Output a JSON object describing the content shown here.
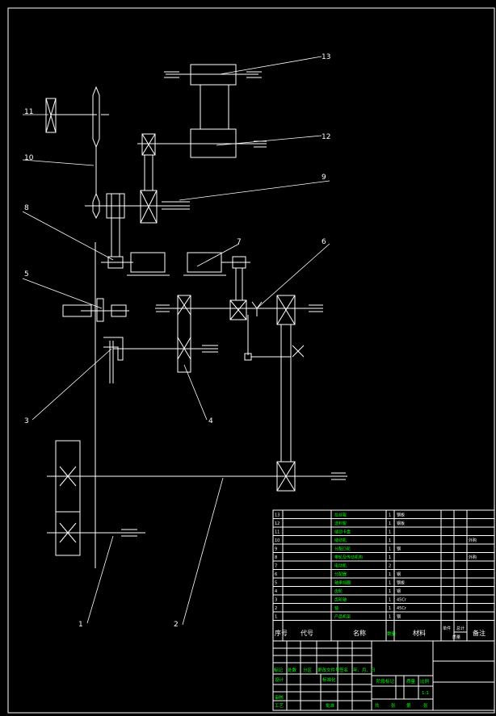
{
  "colors": {
    "background": "#000000",
    "lines": "#ffffff",
    "title_text": "#00ff00"
  },
  "callouts": [
    "1",
    "2",
    "3",
    "4",
    "5",
    "6",
    "7",
    "8",
    "9",
    "10",
    "11",
    "12",
    "13"
  ],
  "parts_list": [
    {
      "no": "13",
      "name": "拉丝辊",
      "qty": "1",
      "material": "钢板",
      "note": ""
    },
    {
      "no": "12",
      "name": "送料辊",
      "qty": "1",
      "material": "钢板",
      "note": ""
    },
    {
      "no": "11",
      "name": "缝纫卡盘",
      "qty": "1",
      "material": "",
      "note": ""
    },
    {
      "no": "10",
      "name": "缝纫机",
      "qty": "1",
      "material": "",
      "note": "外购"
    },
    {
      "no": "9",
      "name": "分配凸轮",
      "qty": "1",
      "material": "钢",
      "note": ""
    },
    {
      "no": "8",
      "name": "带轮及传动机构",
      "qty": "1",
      "material": "",
      "note": "外购"
    },
    {
      "no": "7",
      "name": "电动机",
      "qty": "2",
      "material": "",
      "note": ""
    },
    {
      "no": "6",
      "name": "分配器",
      "qty": "1",
      "material": "钢",
      "note": ""
    },
    {
      "no": "5",
      "name": "轴承挡圈",
      "qty": "1",
      "material": "钢板",
      "note": ""
    },
    {
      "no": "4",
      "name": "齿轮",
      "qty": "1",
      "material": "钢",
      "note": ""
    },
    {
      "no": "3",
      "name": "齿轮轴",
      "qty": "1",
      "material": "45Cr",
      "note": ""
    },
    {
      "no": "2",
      "name": "轴",
      "qty": "1",
      "material": "45Cr",
      "note": ""
    },
    {
      "no": "1",
      "name": "产品机架",
      "qty": "1",
      "material": "钢",
      "note": ""
    }
  ],
  "table_header": {
    "no": "序号",
    "code": "代号",
    "name": "名称",
    "qty": "数量",
    "material": "材料",
    "unit_weight": "单件",
    "total_weight": "总计",
    "weight": "质量",
    "note": "备注"
  },
  "title_block": {
    "row_a": [
      "标记",
      "处数",
      "分区",
      "更改文件号",
      "签名",
      "年、月、日"
    ],
    "row_b": [
      "设计",
      "标准化"
    ],
    "marks": "阶段标记",
    "weight": "质量",
    "scale": "比例",
    "scale_value": "1:1",
    "review": "审核",
    "process": "工艺",
    "approve": "批准",
    "sheets": [
      "共",
      "张",
      "第",
      "张"
    ]
  }
}
